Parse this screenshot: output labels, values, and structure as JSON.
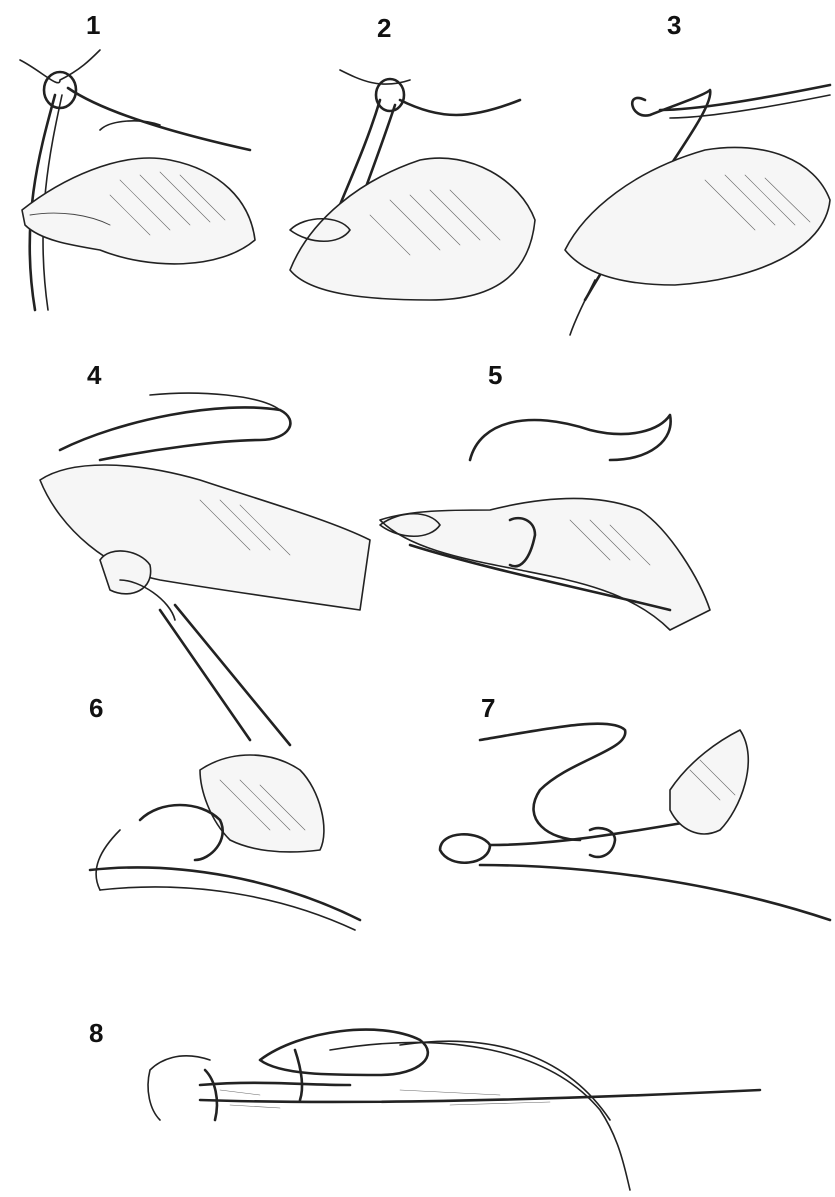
{
  "steps": [
    {
      "number": "1",
      "illustration": "hand-threading-rope-through-ring"
    },
    {
      "number": "2",
      "illustration": "hand-pulling-rope-loop-through-ring"
    },
    {
      "number": "3",
      "illustration": "hand-forming-loop-over-rope"
    },
    {
      "number": "4",
      "illustration": "fingers-folding-rope-bight"
    },
    {
      "number": "5",
      "illustration": "hand-wrapping-rope-around-loop"
    },
    {
      "number": "6",
      "illustration": "fingers-tucking-rope-end"
    },
    {
      "number": "7",
      "illustration": "hand-pulling-knot-loop"
    },
    {
      "number": "8",
      "illustration": "finished-tie-knot"
    }
  ],
  "colors": {
    "background": "#ffffff",
    "ink": "#222222",
    "number": "#111111"
  }
}
